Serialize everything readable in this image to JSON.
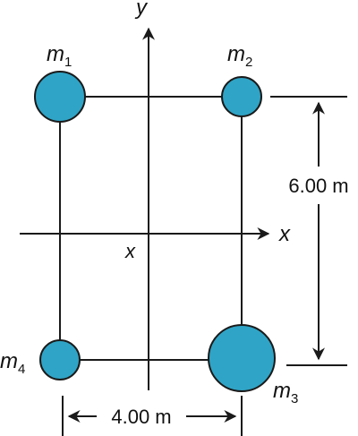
{
  "axes": {
    "x_label": "x",
    "y_label": "y",
    "origin_label": "x"
  },
  "masses": [
    {
      "symbol": "m",
      "subscript": "1"
    },
    {
      "symbol": "m",
      "subscript": "2"
    },
    {
      "symbol": "m",
      "subscript": "3"
    },
    {
      "symbol": "m",
      "subscript": "4"
    }
  ],
  "dimensions": {
    "height": "6.00 m",
    "width": "4.00 m"
  },
  "colors": {
    "mass_fill": "#2fa4c6",
    "line": "#1a1a1a"
  }
}
